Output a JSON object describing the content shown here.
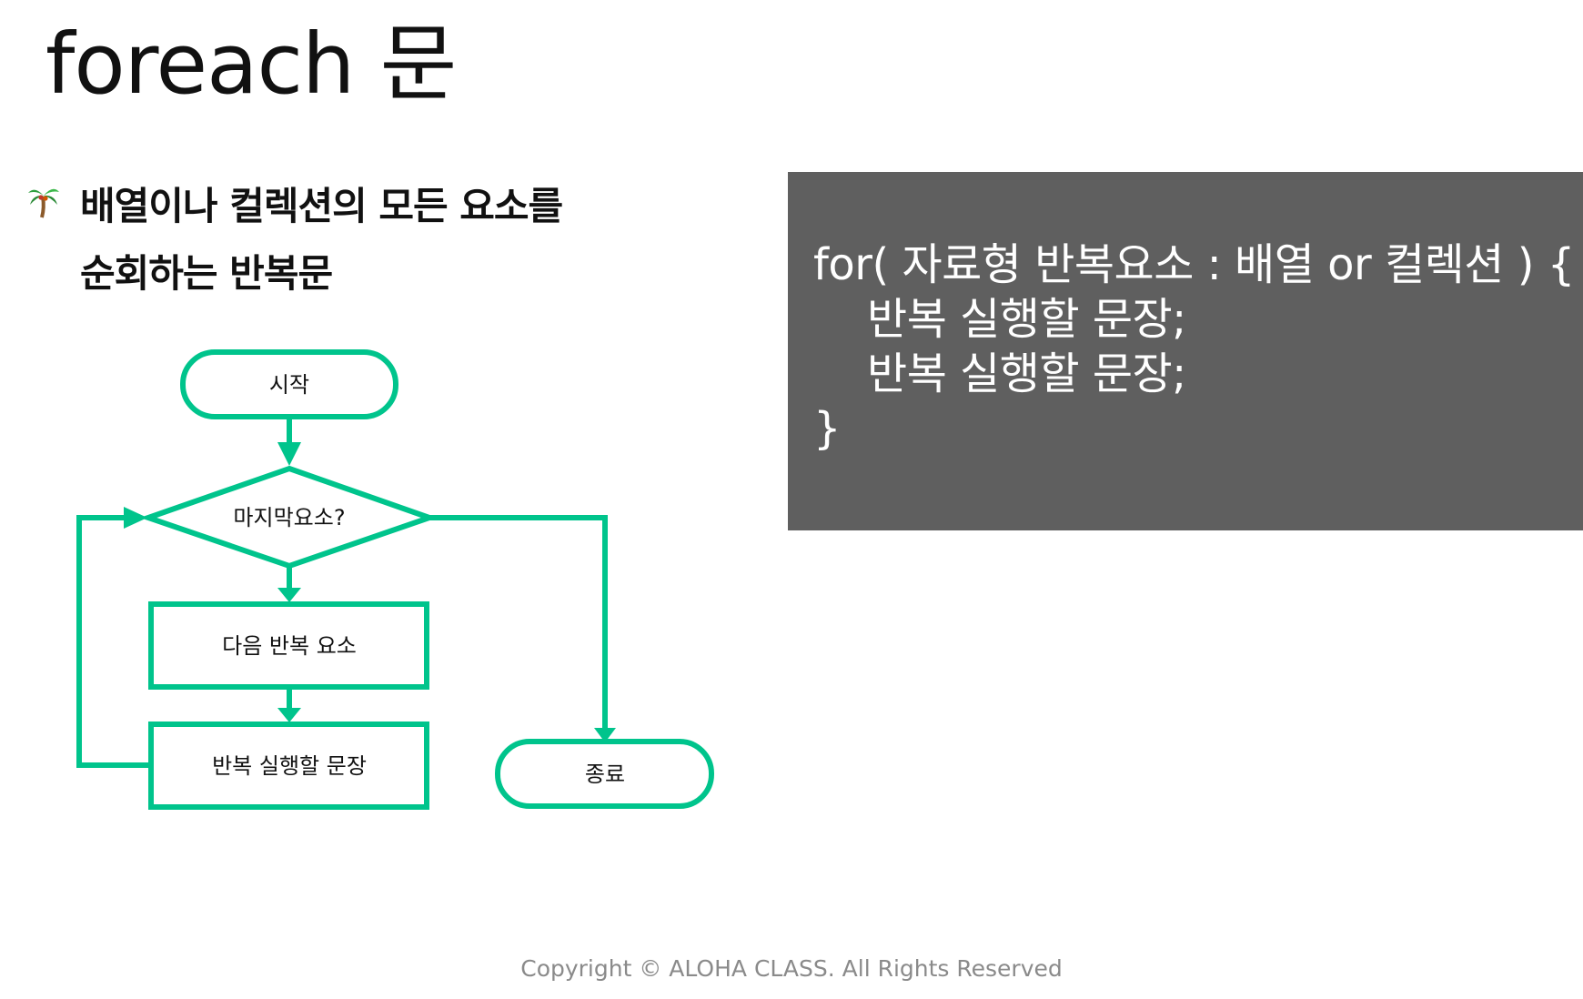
{
  "slide": {
    "title": "foreach 문",
    "description_lines": [
      "배열이나 컬렉션의 모든 요소를",
      "순회하는 반복문"
    ],
    "bullet_icon": "palm-tree-icon"
  },
  "code": {
    "lines": [
      "for( 자료형 반복요소 : 배열 or 컬렉션 ) {",
      "    반복 실행할 문장;",
      "    반복 실행할 문장;",
      "}"
    ]
  },
  "flowchart": {
    "color": "#00c48c",
    "start_label": "시작",
    "decision_label": "마지막요소?",
    "next_label": "다음 반복 요소",
    "exec_label": "반복 실행할 문장",
    "end_label": "종료"
  },
  "footer": {
    "copyright": "Copyright © ALOHA CLASS. All Rights Reserved"
  }
}
